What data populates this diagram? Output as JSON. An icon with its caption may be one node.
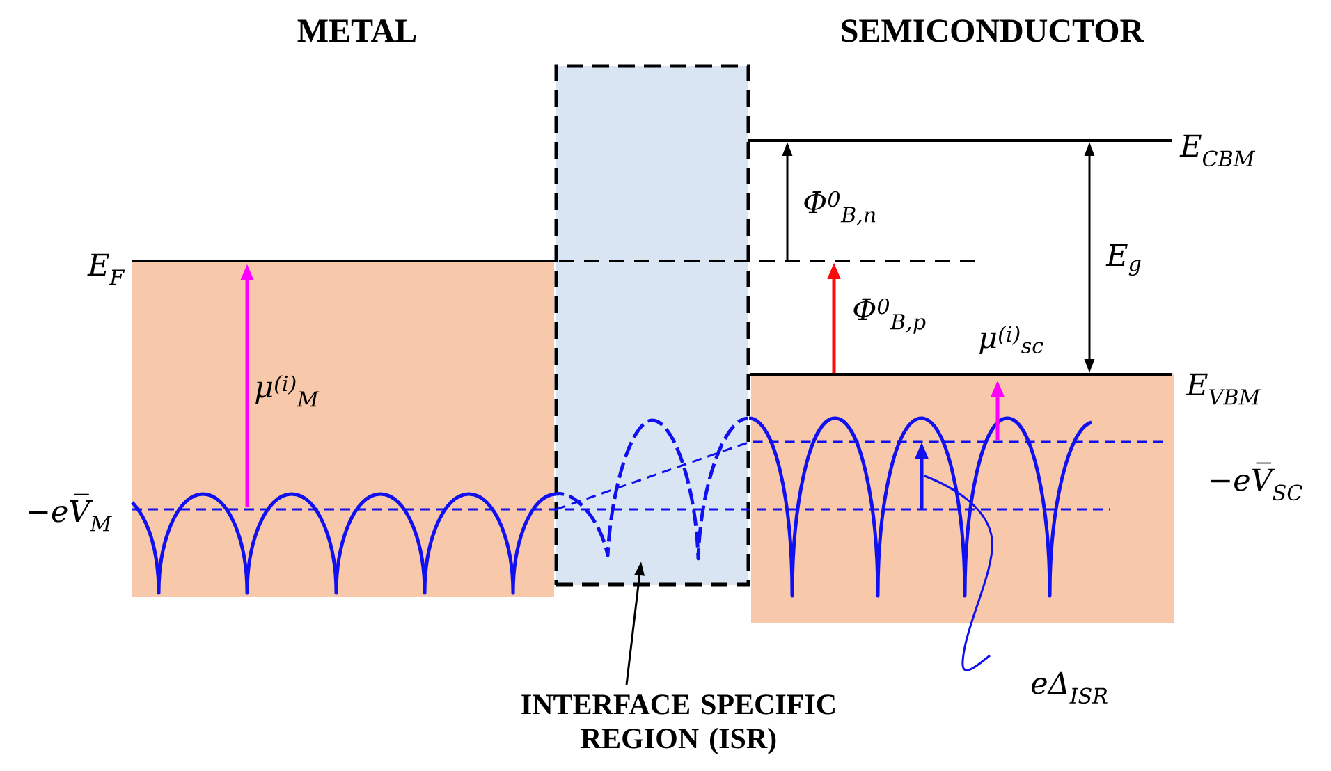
{
  "diagram": {
    "nodes": [
      {
        "text": [],
        "shape": "box"
      },
      {
        "text": [
          "INTERFACE SPECIFIC REGION (ISR)"
        ]
      },
      {
        "text": [
          "eΔ$_{ISR}$"
        ]
      },
      {
        "text": [],
        "shape": "arrow"
      }
    ],
    "edges": [
      {
        "from": 1,
        "to": 0,
        "arrow": "to"
      },
      {
        "from": 2,
        "to": 3,
        "arrow": "none",
        "color": "#1010f0"
      }
    ],
    "labels": [
      "METAL",
      "SEMICONDUCTOR",
      "E$_{CBM}$",
      "Φ$^{0}$$_{B,n}$",
      "E$_{F}$",
      "E$_{g}$",
      "Φ$^{0}$$_{B,p}$",
      "μ$^{(i)}$$_{sc}$",
      "E$_{VBM}$",
      "μ$^{(i)}$$_{M}$",
      "−eV̅$_{SC}$",
      "−eV̅$_{M}$"
    ]
  }
}
